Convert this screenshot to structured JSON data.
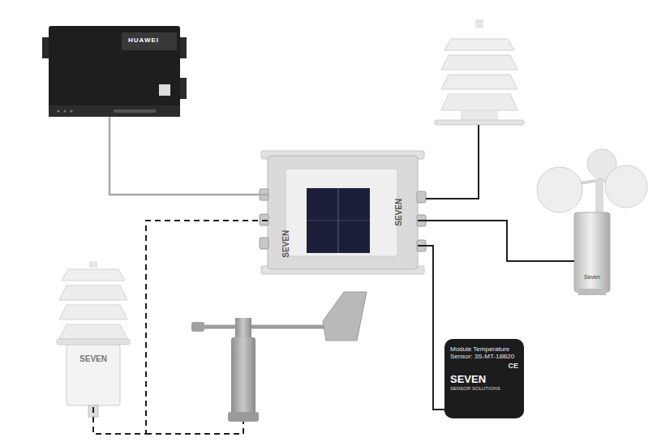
{
  "diagram": {
    "nodes": [
      {
        "text": [
          "HUAWEI"
        ]
      },
      {
        "text": [
          "SEVEN",
          "SEVEN"
        ]
      },
      {
        "text": [
          "Seven"
        ]
      },
      {
        "text": [
          "Module Temperature Sensor: 3S-MT-18B20",
          "CE",
          "SEVEN",
          "SENSOR SOLUTIONS"
        ]
      },
      {
        "text": [
          "SEVEN"
        ]
      }
    ],
    "edges": [
      {
        "from": 0,
        "to": 1,
        "arrow": "none"
      },
      {
        "from": 1,
        "to": 2,
        "arrow": "none"
      },
      {
        "from": 1,
        "to": 3,
        "arrow": "none"
      },
      {
        "from": 1,
        "to": 4,
        "arrow": "none"
      }
    ]
  }
}
